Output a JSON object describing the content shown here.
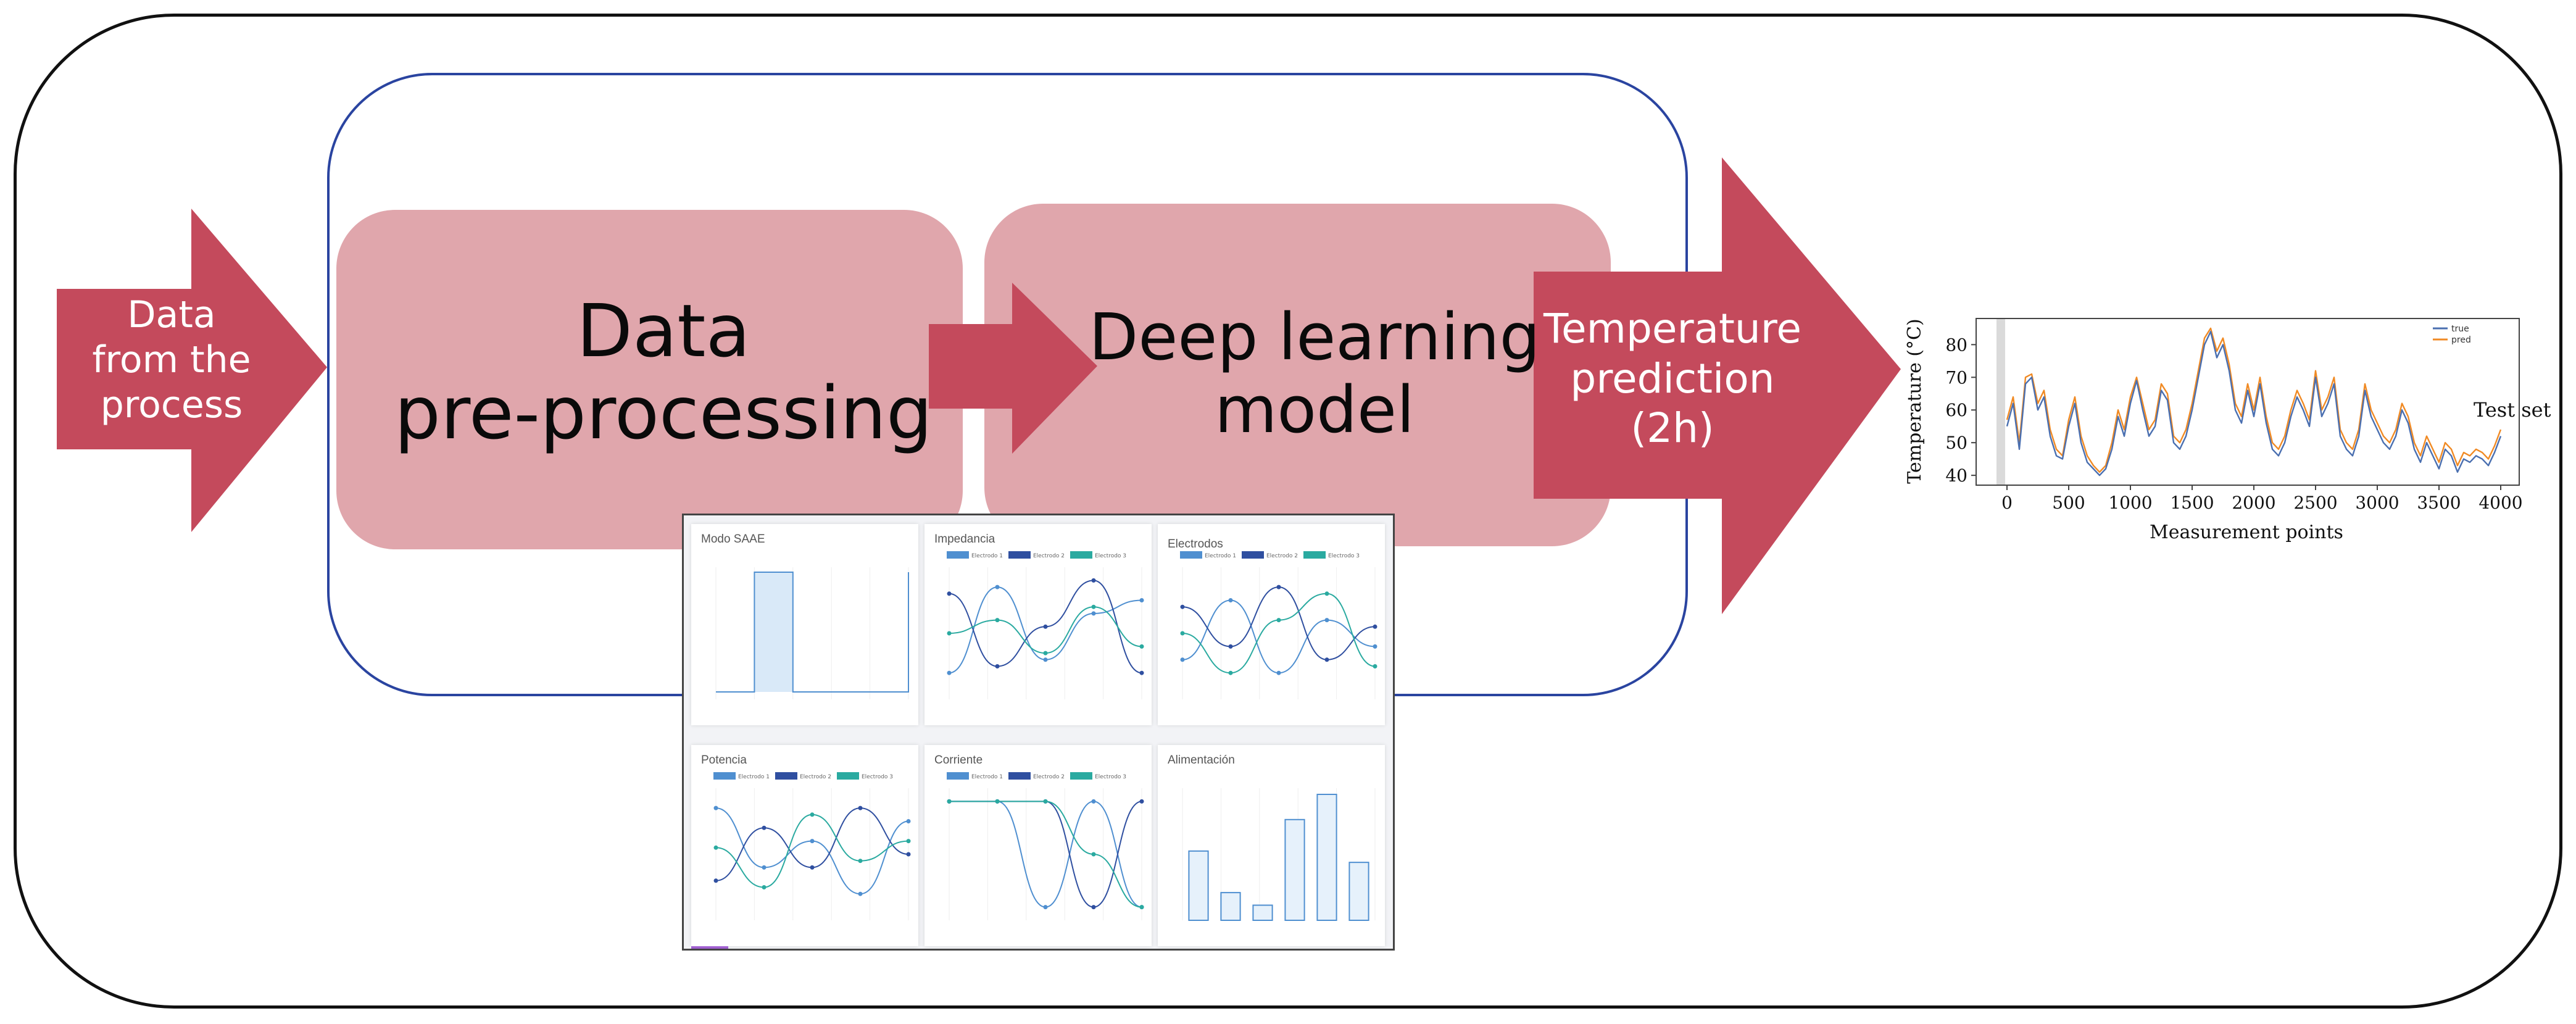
{
  "colors": {
    "arrow": "#c44a5c",
    "stage_box": "#e0a6ac",
    "inner_frame": "#2a44a0",
    "outer_frame": "#111111",
    "true_series": "#4a6fb0",
    "pred_series": "#f08a24"
  },
  "flow": {
    "input_arrow_label": "Data\nfrom the\nprocess",
    "preprocessing_label": "Data\npre-processing",
    "model_label": "Deep learning\nmodel",
    "output_arrow_label": "Temperature\nprediction\n(2h)"
  },
  "result_plot": {
    "side_label": "Test set",
    "xlabel": "Measurement points",
    "ylabel": "Temperature (°C)",
    "legend": [
      "true",
      "pred"
    ]
  },
  "dashboard": {
    "panels": [
      {
        "title": "Modo SAAE",
        "kind": "step"
      },
      {
        "title": "Impedancia",
        "kind": "lines"
      },
      {
        "title": "Electrodos",
        "kind": "lines"
      },
      {
        "title": "Potencia",
        "kind": "lines"
      },
      {
        "title": "Corriente",
        "kind": "lines"
      },
      {
        "title": "Alimentación",
        "kind": "bars"
      }
    ],
    "legend": [
      "Electrodo 1",
      "Electrodo 2",
      "Electrodo 3"
    ]
  },
  "chart_data": {
    "type": "line",
    "title": "",
    "xlabel": "Measurement points",
    "ylabel": "Temperature (°C)",
    "xlim": [
      -250,
      4150
    ],
    "ylim": [
      37,
      88
    ],
    "xticks": [
      0,
      500,
      1000,
      1500,
      2000,
      2500,
      3000,
      3500,
      4000
    ],
    "yticks": [
      40,
      50,
      60,
      70,
      80
    ],
    "grid": false,
    "legend_position": "top-right",
    "x": [
      0,
      50,
      100,
      150,
      200,
      250,
      300,
      350,
      400,
      450,
      500,
      550,
      600,
      650,
      700,
      750,
      800,
      850,
      900,
      950,
      1000,
      1050,
      1100,
      1150,
      1200,
      1250,
      1300,
      1350,
      1400,
      1450,
      1500,
      1550,
      1600,
      1650,
      1700,
      1750,
      1800,
      1850,
      1900,
      1950,
      2000,
      2050,
      2100,
      2150,
      2200,
      2250,
      2300,
      2350,
      2400,
      2450,
      2500,
      2550,
      2600,
      2650,
      2700,
      2750,
      2800,
      2850,
      2900,
      2950,
      3000,
      3050,
      3100,
      3150,
      3200,
      3250,
      3300,
      3350,
      3400,
      3450,
      3500,
      3550,
      3600,
      3650,
      3700,
      3750,
      3800,
      3850,
      3900,
      3950,
      4000
    ],
    "series": [
      {
        "name": "true",
        "values": [
          55,
          62,
          48,
          68,
          70,
          60,
          64,
          52,
          46,
          45,
          55,
          62,
          50,
          44,
          42,
          40,
          42,
          48,
          58,
          52,
          62,
          69,
          60,
          52,
          55,
          66,
          63,
          50,
          48,
          52,
          60,
          70,
          80,
          84,
          76,
          80,
          72,
          60,
          56,
          66,
          58,
          68,
          56,
          48,
          46,
          50,
          58,
          64,
          60,
          55,
          70,
          58,
          62,
          68,
          52,
          48,
          46,
          52,
          66,
          58,
          54,
          50,
          48,
          52,
          60,
          56,
          48,
          44,
          50,
          46,
          42,
          48,
          46,
          41,
          45,
          44,
          46,
          45,
          43,
          47,
          52
        ]
      },
      {
        "name": "pred",
        "values": [
          57,
          64,
          50,
          70,
          71,
          62,
          66,
          54,
          48,
          46,
          57,
          64,
          52,
          46,
          43,
          41,
          43,
          50,
          60,
          54,
          64,
          70,
          62,
          54,
          57,
          68,
          65,
          52,
          50,
          54,
          62,
          72,
          82,
          85,
          78,
          82,
          74,
          62,
          58,
          68,
          60,
          70,
          58,
          50,
          48,
          52,
          60,
          66,
          62,
          57,
          72,
          60,
          64,
          70,
          54,
          50,
          48,
          54,
          68,
          60,
          56,
          52,
          50,
          54,
          62,
          58,
          50,
          46,
          52,
          48,
          44,
          50,
          48,
          43,
          47,
          46,
          48,
          47,
          45,
          49,
          54
        ]
      }
    ]
  }
}
